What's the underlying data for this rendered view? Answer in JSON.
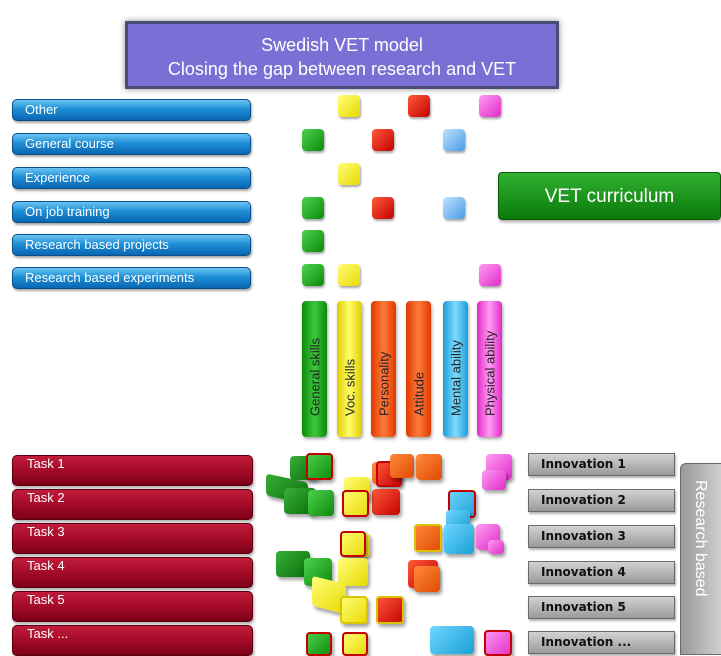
{
  "title": {
    "line1": "Swedish VET model",
    "line2": "Closing the gap between research and VET"
  },
  "categories": [
    {
      "label": "Other"
    },
    {
      "label": "General course"
    },
    {
      "label": "Experience"
    },
    {
      "label": "On job training"
    },
    {
      "label": "Research based projects"
    },
    {
      "label": "Research based experiments"
    }
  ],
  "vet_curriculum": "VET curriculum",
  "competences": [
    {
      "label": "General skills",
      "color": "#16a016"
    },
    {
      "label": "Voc. skills",
      "color": "#ffee00"
    },
    {
      "label": "Personality",
      "color": "#ff4a10"
    },
    {
      "label": "Attitude",
      "color": "#ff4a10"
    },
    {
      "label": "Mental ability",
      "color": "#33bff0"
    },
    {
      "label": "Physical ability",
      "color": "#ff5ad6"
    }
  ],
  "tasks": [
    {
      "label": "Task 1"
    },
    {
      "label": "Task 2"
    },
    {
      "label": "Task 3"
    },
    {
      "label": "Task 4"
    },
    {
      "label": "Task 5"
    },
    {
      "label": "Task ..."
    }
  ],
  "innovations": [
    {
      "label": "Innovation  1"
    },
    {
      "label": "Innovation  2"
    },
    {
      "label": "Innovation  3"
    },
    {
      "label": "Innovation  4"
    },
    {
      "label": "Innovation  5"
    },
    {
      "label": "Innovation  ..."
    }
  ],
  "research_based": "Research based",
  "matrix_colors": {
    "green": "#16a016",
    "yellow": "#ffee00",
    "red": "#e01010",
    "light_blue": "#8cc4f5",
    "pink": "#ff5ad6"
  }
}
